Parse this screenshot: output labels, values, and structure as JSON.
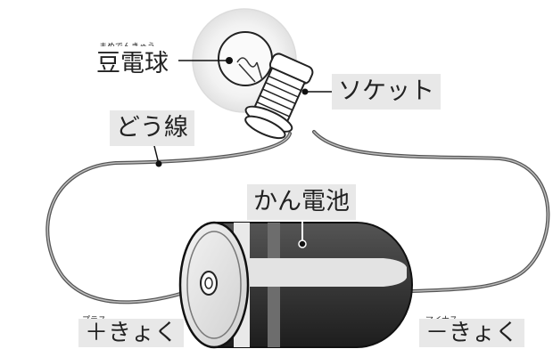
{
  "labels": {
    "bulb": "豆電球",
    "bulb_ruby": "まめでんきゅう",
    "socket": "ソケット",
    "wire": "どう線",
    "battery": "かん電池",
    "plus": "＋きょく",
    "plus_ruby": "プラス",
    "minus": "－きょく",
    "minus_ruby": "マイナス"
  },
  "colors": {
    "label_bg": "#e8e8e8",
    "battery_dark": "#333333",
    "battery_light": "#e9e9e9",
    "wire": "#555555"
  }
}
